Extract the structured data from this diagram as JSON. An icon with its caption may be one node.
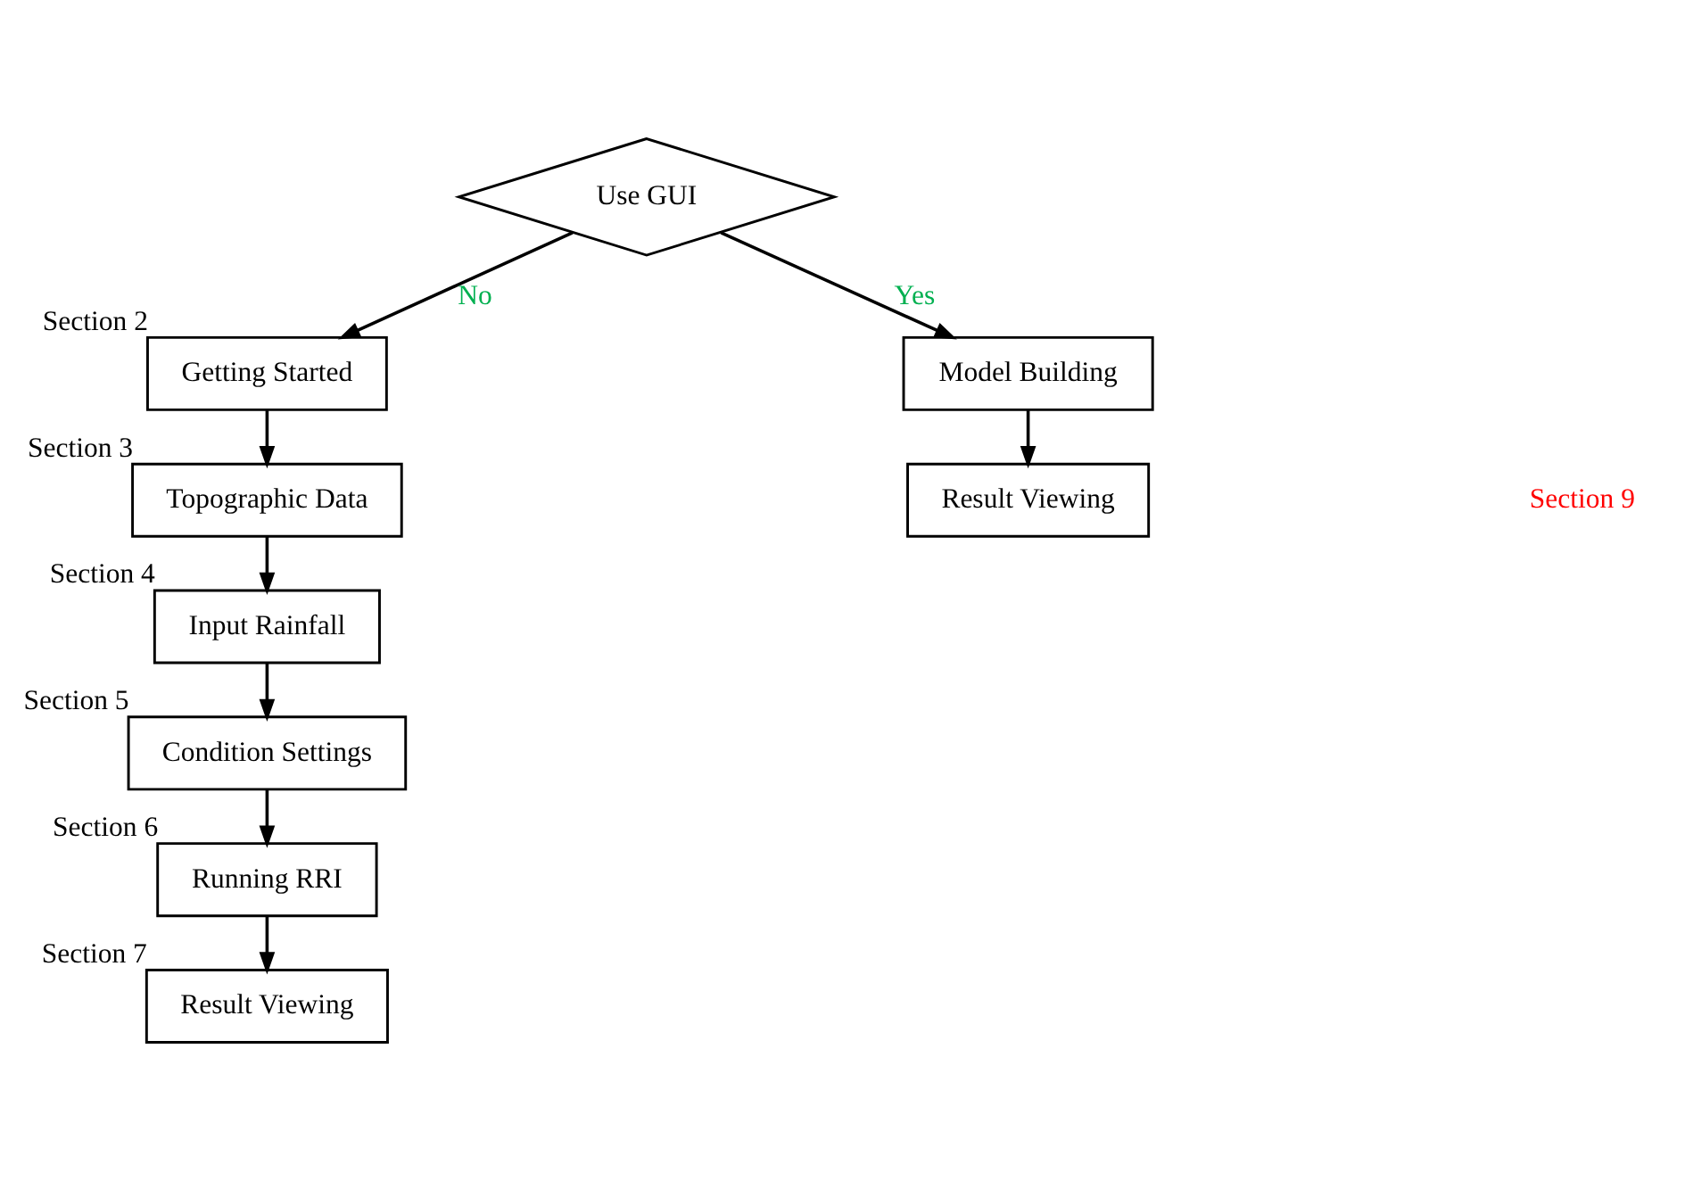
{
  "diagram": {
    "nodes": [
      {
        "text": [
          "Use GUI"
        ]
      },
      {
        "text": [
          "Getting Started"
        ],
        "beside": [
          "Section 2"
        ]
      },
      {
        "text": [
          "Topographic Data"
        ],
        "beside": [
          "Section 3"
        ]
      },
      {
        "text": [
          "Input Rainfall"
        ],
        "beside": [
          "Section 4"
        ]
      },
      {
        "text": [
          "Condition Settings"
        ],
        "beside": [
          "Section 5"
        ]
      },
      {
        "text": [
          "Running RRI"
        ],
        "beside": [
          "Section 6"
        ]
      },
      {
        "text": [
          "Result Viewing"
        ],
        "beside": [
          "Section 7"
        ]
      },
      {
        "text": [
          "Model Building"
        ]
      },
      {
        "text": [
          "Result Viewing"
        ]
      }
    ],
    "edges": [
      {
        "from": 0,
        "to": 1,
        "arrow": "to",
        "label": "No"
      },
      {
        "from": 0,
        "to": 7,
        "arrow": "to",
        "label": "Yes"
      },
      {
        "from": 1,
        "to": 2,
        "arrow": "to"
      },
      {
        "from": 2,
        "to": 3,
        "arrow": "to"
      },
      {
        "from": 3,
        "to": 4,
        "arrow": "to"
      },
      {
        "from": 4,
        "to": 5,
        "arrow": "to"
      },
      {
        "from": 5,
        "to": 6,
        "arrow": "to"
      },
      {
        "from": 7,
        "to": 8,
        "arrow": "to"
      }
    ],
    "labels": [
      "Section 9"
    ]
  }
}
